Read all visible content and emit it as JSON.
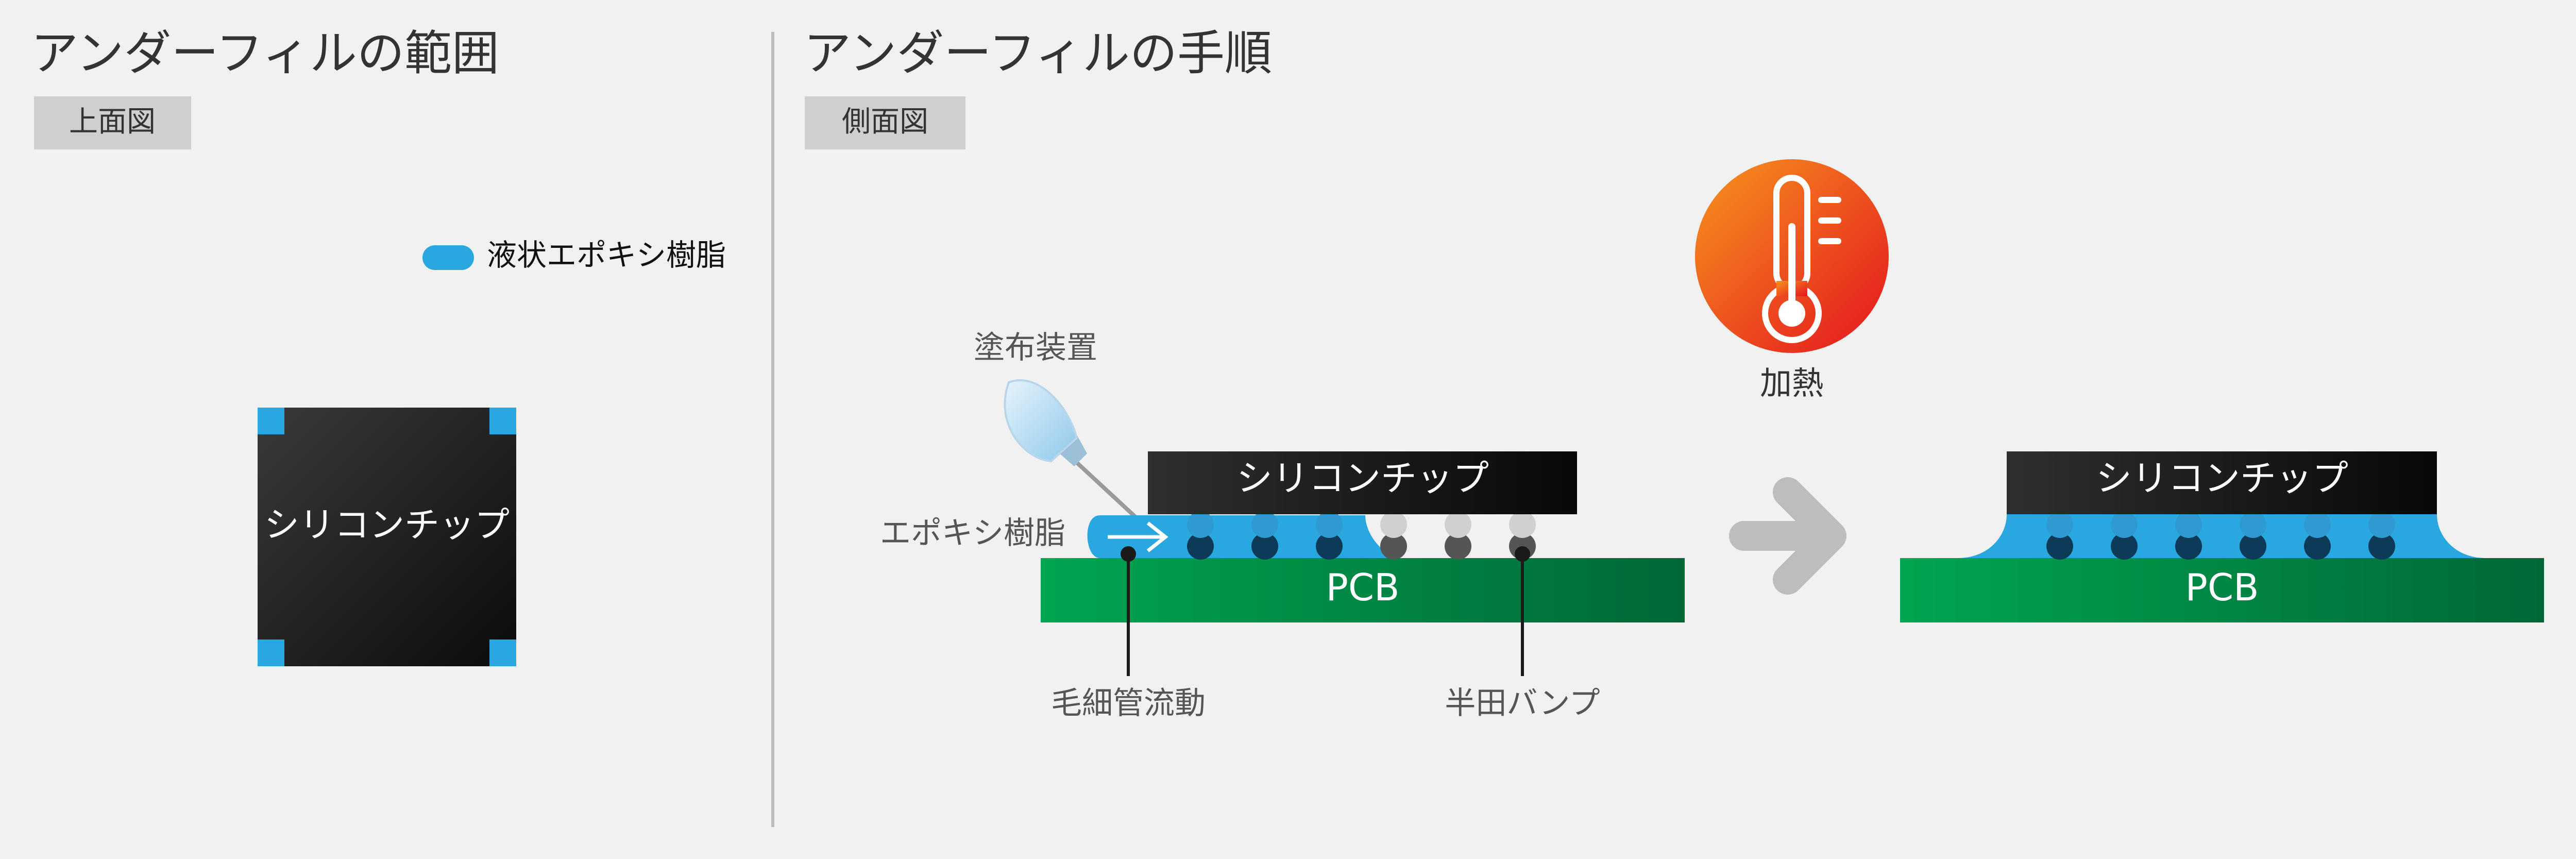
{
  "left_panel": {
    "title": "アンダーフィルの範囲",
    "view_label": "上面図",
    "legend_label": "液状エポキシ樹脂",
    "chip_label": "シリコンチップ"
  },
  "right_panel": {
    "title": "アンダーフィルの手順",
    "view_label": "側面図",
    "dispenser_label": "塗布装置",
    "epoxy_label": "エポキシ樹脂",
    "chip_label": "シリコンチップ",
    "pcb_label": "PCB",
    "capillary_label": "毛細管流動",
    "bump_label": "半田バンプ",
    "heat_label": "加熱",
    "result_chip_label": "シリコンチップ",
    "result_pcb_label": "PCB"
  },
  "icons": {
    "thermometer": "thermometer-icon",
    "arrow": "right-arrow-icon",
    "dispenser": "dispenser-nozzle-icon"
  },
  "colors": {
    "epoxy_blue": "#29a8e0",
    "chip_dark": "#1a1a1a",
    "pcb_green": "#009a4e",
    "bump_dark": "#0d3a57",
    "heat_orange": "#f47a20",
    "heat_red": "#e62028",
    "arrow_gray": "#bdbdbd",
    "tag_gray": "#cfcfcf"
  }
}
